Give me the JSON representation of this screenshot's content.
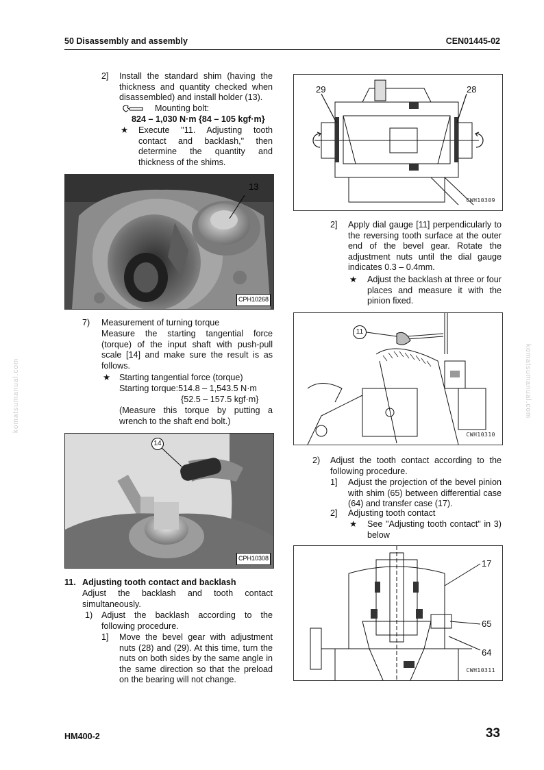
{
  "header": {
    "section": "50 Disassembly and assembly",
    "code": "CEN01445-02"
  },
  "footer": {
    "model": "HM400-2",
    "page": "33"
  },
  "watermark": "komatsumanual.com",
  "left": {
    "step2": {
      "num": "2]",
      "text": "Install the standard shim (having the thickness and quantity checked when disassembled) and install holder (13).",
      "wrench_label": "Mounting bolt:",
      "torque": "824 – 1,030 N·m {84 – 105 kgf·m}",
      "note": "Execute \"11. Adjusting tooth contact and backlash,\" then determine the quantity and thickness of the shims."
    },
    "photo1": {
      "label": "CPH10268",
      "callout": "13"
    },
    "step7": {
      "num": "7)",
      "title": "Measurement of turning torque",
      "text": "Measure the starting tangential force (torque) of the input shaft with push-pull scale [14] and make sure the result is as follows.",
      "star_title": "Starting tangential force (torque)",
      "torque_line1": "Starting torque:514.8 – 1,543.5 N·m",
      "torque_line2": "{52.5 – 157.5 kgf·m}",
      "note": "(Measure this torque by putting a wrench to the shaft end bolt.)"
    },
    "photo2": {
      "label": "CPH10308",
      "callout": "14"
    },
    "section11": {
      "num": "11.",
      "title": "Adjusting tooth contact and backlash",
      "intro": "Adjust the backlash and tooth contact simultaneously.",
      "step1_num": "1)",
      "step1": "Adjust the backlash according to the following procedure.",
      "sub1_num": "1]",
      "sub1": "Move the bevel gear with adjustment nuts (28) and (29). At this time, turn the nuts on both sides by the same angle in the same direction so that the preload on the bearing will not change."
    }
  },
  "right": {
    "fig1": {
      "label": "CWH10309",
      "callout_left": "29",
      "callout_right": "28"
    },
    "step2": {
      "num": "2]",
      "text": "Apply dial gauge [11] perpendicularly to the reversing tooth surface at the outer end of the bevel gear. Rotate the adjustment nuts until the dial gauge indicates 0.3 – 0.4mm.",
      "note": "Adjust the backlash at three or four places and measure it with the pinion fixed."
    },
    "fig2": {
      "label": "CWH10310",
      "callout": "11"
    },
    "step2b": {
      "num": "2)",
      "text": "Adjust the tooth contact according to the following procedure.",
      "sub1_num": "1]",
      "sub1": "Adjust the projection of the bevel pinion with shim (65) between differential case (64) and transfer case (17).",
      "sub2_num": "2]",
      "sub2": "Adjusting tooth contact",
      "note": "See \"Adjusting tooth contact\" in 3) below"
    },
    "fig3": {
      "label": "CWH10311",
      "callout_17": "17",
      "callout_65": "65",
      "callout_64": "64"
    }
  },
  "symbols": {
    "star": "★"
  }
}
